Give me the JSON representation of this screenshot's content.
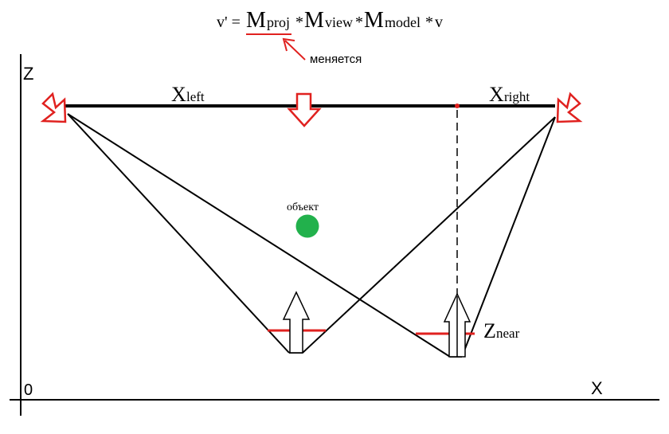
{
  "formula": {
    "lhs": "v' =",
    "m": "M",
    "proj": "proj",
    "star": "*",
    "view": "view",
    "model": "model",
    "v": "v"
  },
  "note": "меняется",
  "axes": {
    "z": "Z",
    "x": "X",
    "origin": "0"
  },
  "labels": {
    "x_main": "X",
    "x_left_sub": "left",
    "x_right_sub": "right",
    "z_main": "Z",
    "z_near_sub": "near",
    "object": "объект"
  },
  "colors": {
    "accent_red": "#e0211f",
    "object_green": "#22b14c",
    "ink": "#000000"
  }
}
